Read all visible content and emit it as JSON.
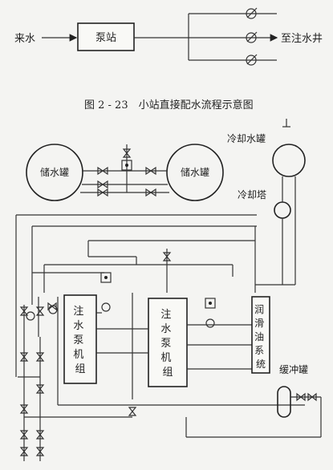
{
  "top_flow": {
    "inflow_label": "来水",
    "station_label": "泵站",
    "outflow_label": "至注水井"
  },
  "caption": "图 2 - 23　小站直接配水流程示意图",
  "main": {
    "tank_left_label": "储水罐",
    "tank_right_label": "储水罐",
    "cooling_tank_label": "冷却水罐",
    "cooling_tower_label": "冷却塔",
    "pump_unit_1_label": "注水泵机组",
    "pump_unit_2_label": "注水泵机组",
    "lube_label": "润滑油系统",
    "buffer_label": "缓冲罐"
  }
}
